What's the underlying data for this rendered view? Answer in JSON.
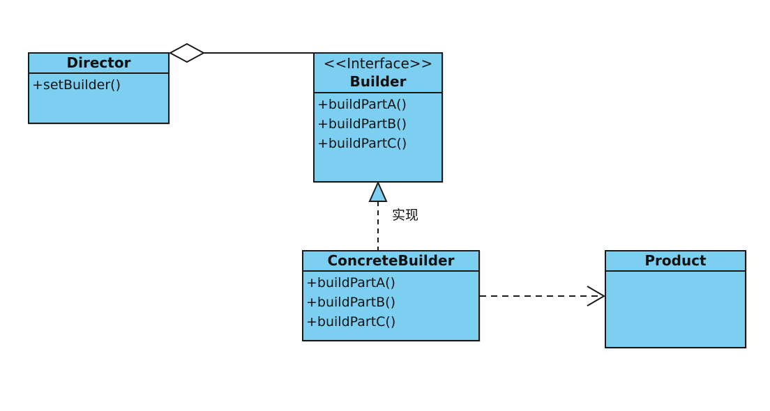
{
  "classes": {
    "director": {
      "name": "Director",
      "operations": [
        "+setBuilder()"
      ]
    },
    "builder": {
      "stereotype": "<<Interface>>",
      "name": "Builder",
      "operations": [
        "+buildPartA()",
        "+buildPartB()",
        "+buildPartC()"
      ]
    },
    "concrete_builder": {
      "name": "ConcreteBuilder",
      "operations": [
        "+buildPartA()",
        "+buildPartB()",
        "+buildPartC()"
      ]
    },
    "product": {
      "name": "Product",
      "operations": []
    }
  },
  "relations": {
    "realization_label": "实现"
  },
  "colors": {
    "class_fill": "#7dcff2",
    "line": "#1a1a1a",
    "background": "#ffffff"
  }
}
